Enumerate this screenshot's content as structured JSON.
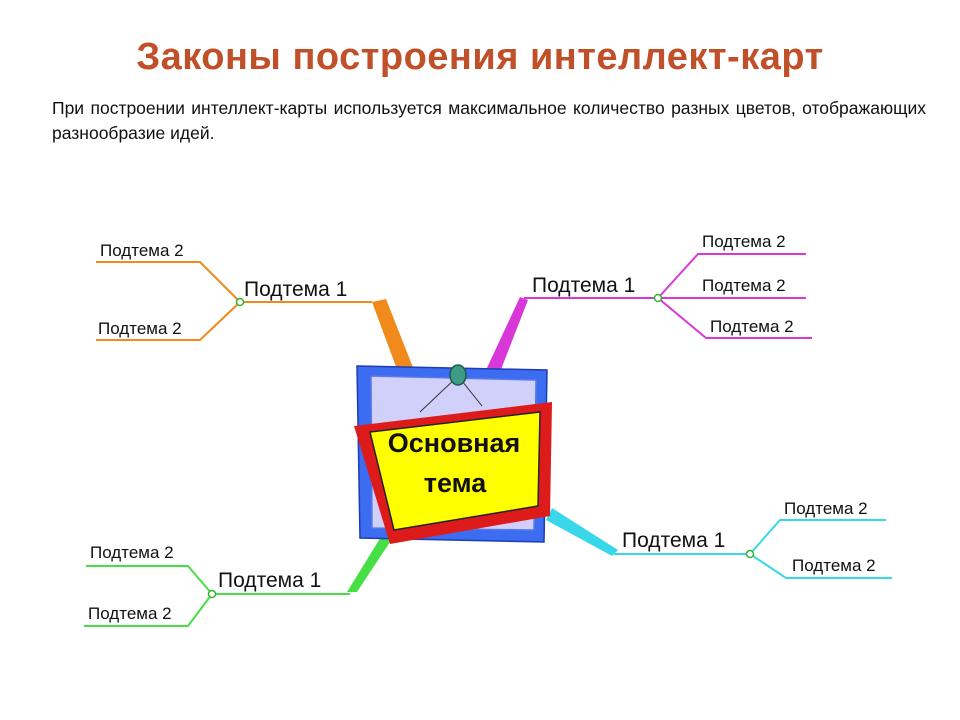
{
  "title": "Законы построения интеллект-карт",
  "description": "При построении интеллект-карты используется максимальное количество разных цветов, отображающих разнообразие идей.",
  "mindmap": {
    "central": {
      "line1": "Основная",
      "line2": "тема"
    },
    "branches": [
      {
        "label": "Подтема 1",
        "color": "#f08a1c",
        "children": [
          "Подтема 2",
          "Подтема 2"
        ]
      },
      {
        "label": "Подтема 1",
        "color": "#d838d8",
        "children": [
          "Подтема 2",
          "Подтема 2",
          "Подтема 2"
        ]
      },
      {
        "label": "Подтема 1",
        "color": "#46e046",
        "children": [
          "Подтема 2",
          "Подтема 2"
        ]
      },
      {
        "label": "Подтема 1",
        "color": "#38d8e8",
        "children": [
          "Подтема 2",
          "Подтема 2"
        ]
      }
    ]
  }
}
